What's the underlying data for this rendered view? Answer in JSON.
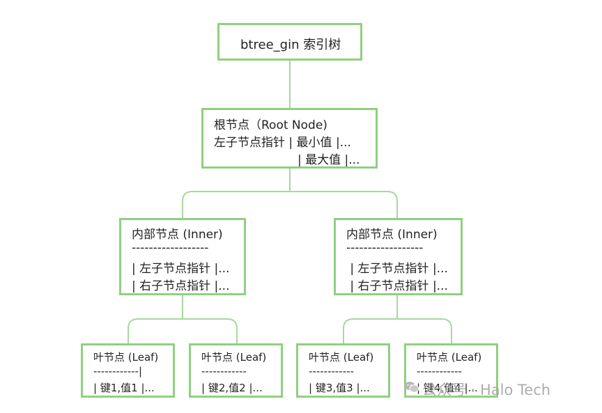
{
  "diagram": {
    "title": "btree_gin 索引树",
    "root": {
      "line1": "根节点（Root Node)",
      "line2": "左子节点指针 | 最小值 |...",
      "line3": "| 最大值 |..."
    },
    "inner_left": {
      "line1": "内部节点 (Inner)",
      "line2": "------------------",
      "line3": "| 左子节点指针 |...",
      "line4": "| 右子节点指针 |..."
    },
    "inner_right": {
      "line1": "内部节点 (Inner)",
      "line2": "------------------",
      "line3": " | 左子节点指针 |...",
      "line4": " | 右子节点指针 |..."
    },
    "leaves": [
      {
        "line1": "叶节点 (Leaf)",
        "line2": "------------|",
        "line3": "| 键1,值1 |..."
      },
      {
        "line1": "叶节点 (Leaf)",
        "line2": "------------",
        "line3": "| 键2,值2 |..."
      },
      {
        "line1": "叶节点 (Leaf)",
        "line2": "------------",
        "line3": "| 键3,值3 |..."
      },
      {
        "line1": "叶节点 (Leaf)",
        "line2": "------------",
        "line3": "| 键4,值4 |..."
      }
    ],
    "border_color": "#8fd07f",
    "line_color": "#a6d99a"
  },
  "watermark": {
    "text": "公众号 · Halo Tech",
    "icon": "wechat-icon"
  }
}
